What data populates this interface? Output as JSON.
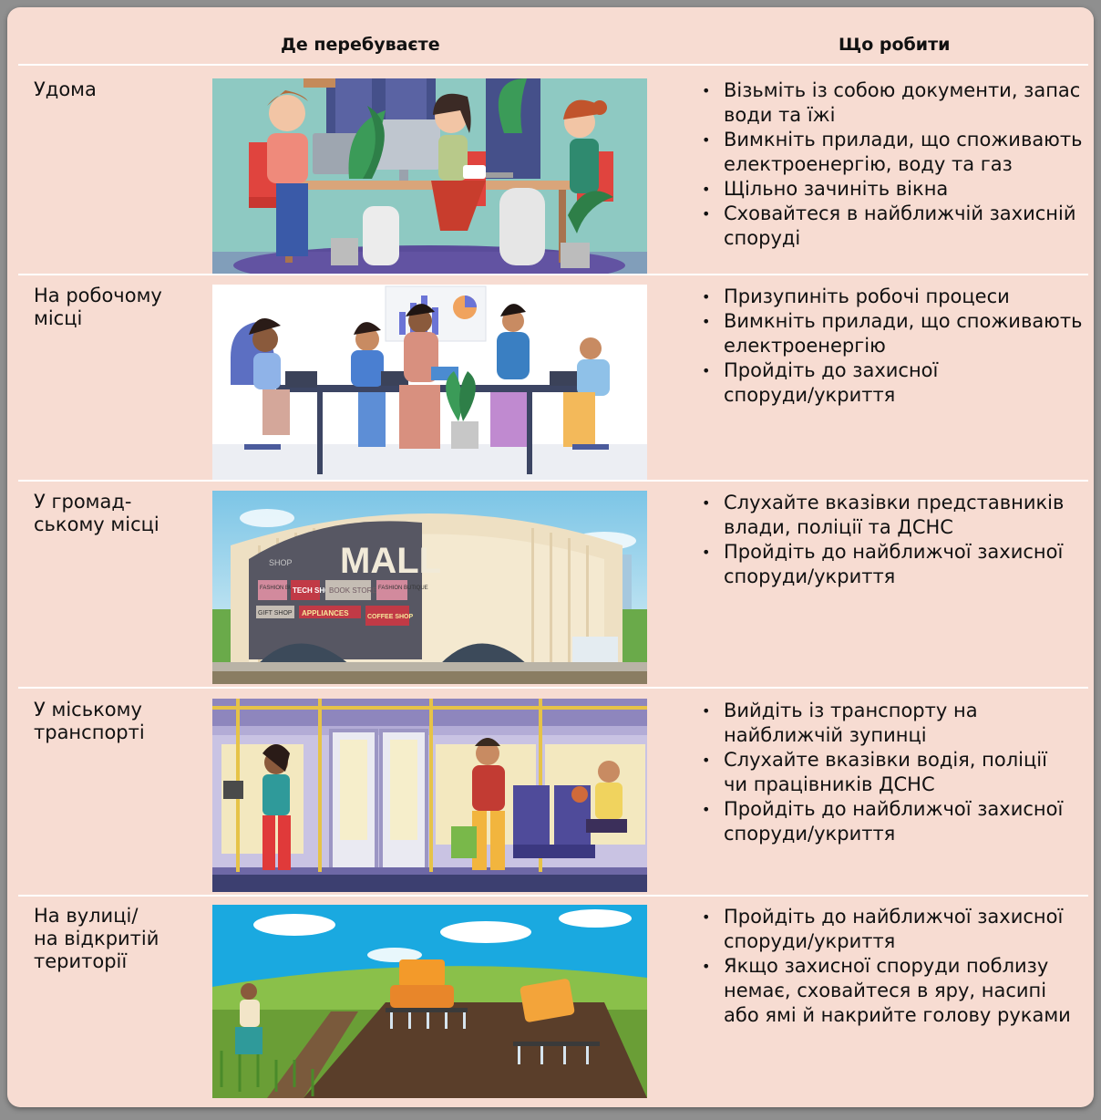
{
  "header": {
    "place": "Де перебуваєте",
    "todo": "Що робити"
  },
  "rows": [
    {
      "place": [
        "Удома"
      ],
      "items": [
        [
          "Візьміть із собою документи, запас",
          "води та їжі"
        ],
        [
          "Вимкніть прилади, що споживають",
          "електроенергію, воду та газ"
        ],
        [
          "Щільно зачиніть вікна"
        ],
        [
          "Сховайтеся в найближчій захисній",
          "споруді"
        ]
      ]
    },
    {
      "place": [
        "На робочому",
        "місці"
      ],
      "items": [
        [
          "Призупиніть робочі процеси"
        ],
        [
          "Вимкніть прилади, що споживають",
          "електроенергію"
        ],
        [
          "Пройдіть до захисної",
          "споруди/укриття"
        ]
      ]
    },
    {
      "place": [
        "У громад-",
        "ському місці"
      ],
      "illustration_text": {
        "mall": "MALL",
        "shop": "SHOP",
        "fashion": "FASHION BUTIQUE",
        "tech": "TECH SHOP",
        "book": "BOOK STORE",
        "fashion2": "FASHION BUTIQUE",
        "gift": "GIFT SHOP",
        "appliances": "APPLIANCES",
        "coffee": "COFFEE SHOP"
      },
      "items": [
        [
          "Слухайте вказівки представників",
          "влади, поліції та ДСНС"
        ],
        [
          "Пройдіть до найближчої захисної",
          "споруди/укриття"
        ]
      ]
    },
    {
      "place": [
        "У міському",
        "транспорті"
      ],
      "items": [
        [
          "Вийдіть із транспорту на",
          "найближчій зупинці"
        ],
        [
          "Слухайте вказівки водія, поліції",
          "чи працівників ДСНС"
        ],
        [
          "Пройдіть до найближчої захисної",
          "споруди/укриття"
        ]
      ]
    },
    {
      "place": [
        "На вулиці/",
        "на відкритій",
        "території"
      ],
      "items": [
        [
          "Пройдіть до найближчої захисної",
          "споруди/укриття"
        ],
        [
          "Якщо захисної споруди поблизу",
          "немає, сховайтеся в яру, насипі",
          "або ямі й накрийте голову руками"
        ]
      ]
    }
  ],
  "bullet": "•"
}
